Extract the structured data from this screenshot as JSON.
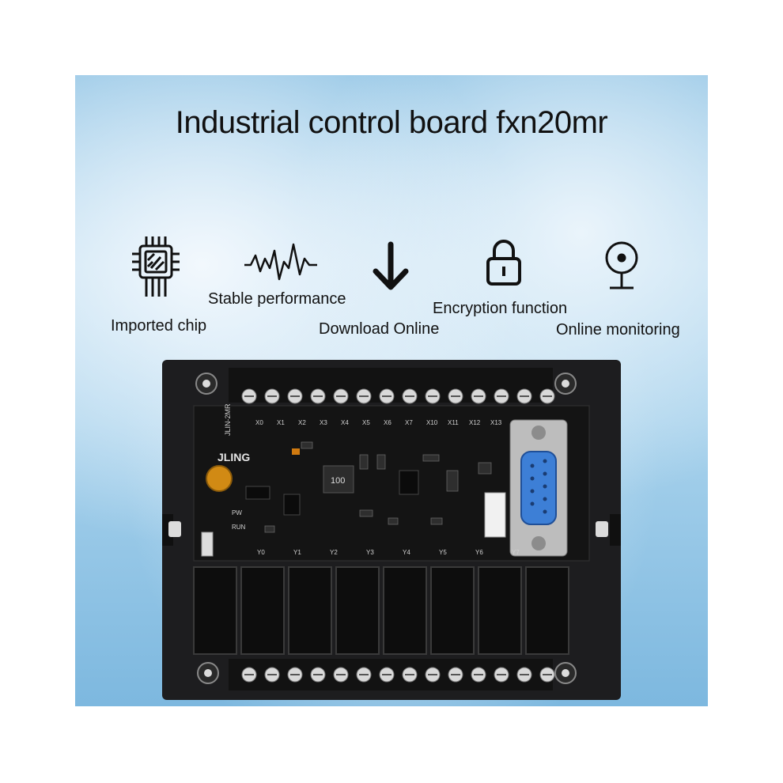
{
  "title": "Industrial control board fxn20mr",
  "features": [
    {
      "label": "Imported chip",
      "icon": "chip-icon"
    },
    {
      "label": "Stable performance",
      "icon": "waveform-icon"
    },
    {
      "label": "Download Online",
      "icon": "download-arrow-icon"
    },
    {
      "label": "Encryption function",
      "icon": "padlock-icon"
    },
    {
      "label": "Online monitoring",
      "icon": "camera-monitor-icon"
    }
  ],
  "board": {
    "brand": "JLING",
    "model_text": "JLIN-2MR",
    "inductor_marking": "100",
    "led_labels": [
      "PW",
      "RUN"
    ],
    "input_labels": [
      "X0",
      "X1",
      "X2",
      "X3",
      "X4",
      "X5",
      "X6",
      "X7",
      "X10",
      "X11",
      "X12",
      "X13"
    ],
    "output_labels": [
      "Y0",
      "Y1",
      "Y2",
      "Y3",
      "Y4",
      "Y5",
      "Y6",
      "Y7"
    ],
    "relay_count": 8
  }
}
